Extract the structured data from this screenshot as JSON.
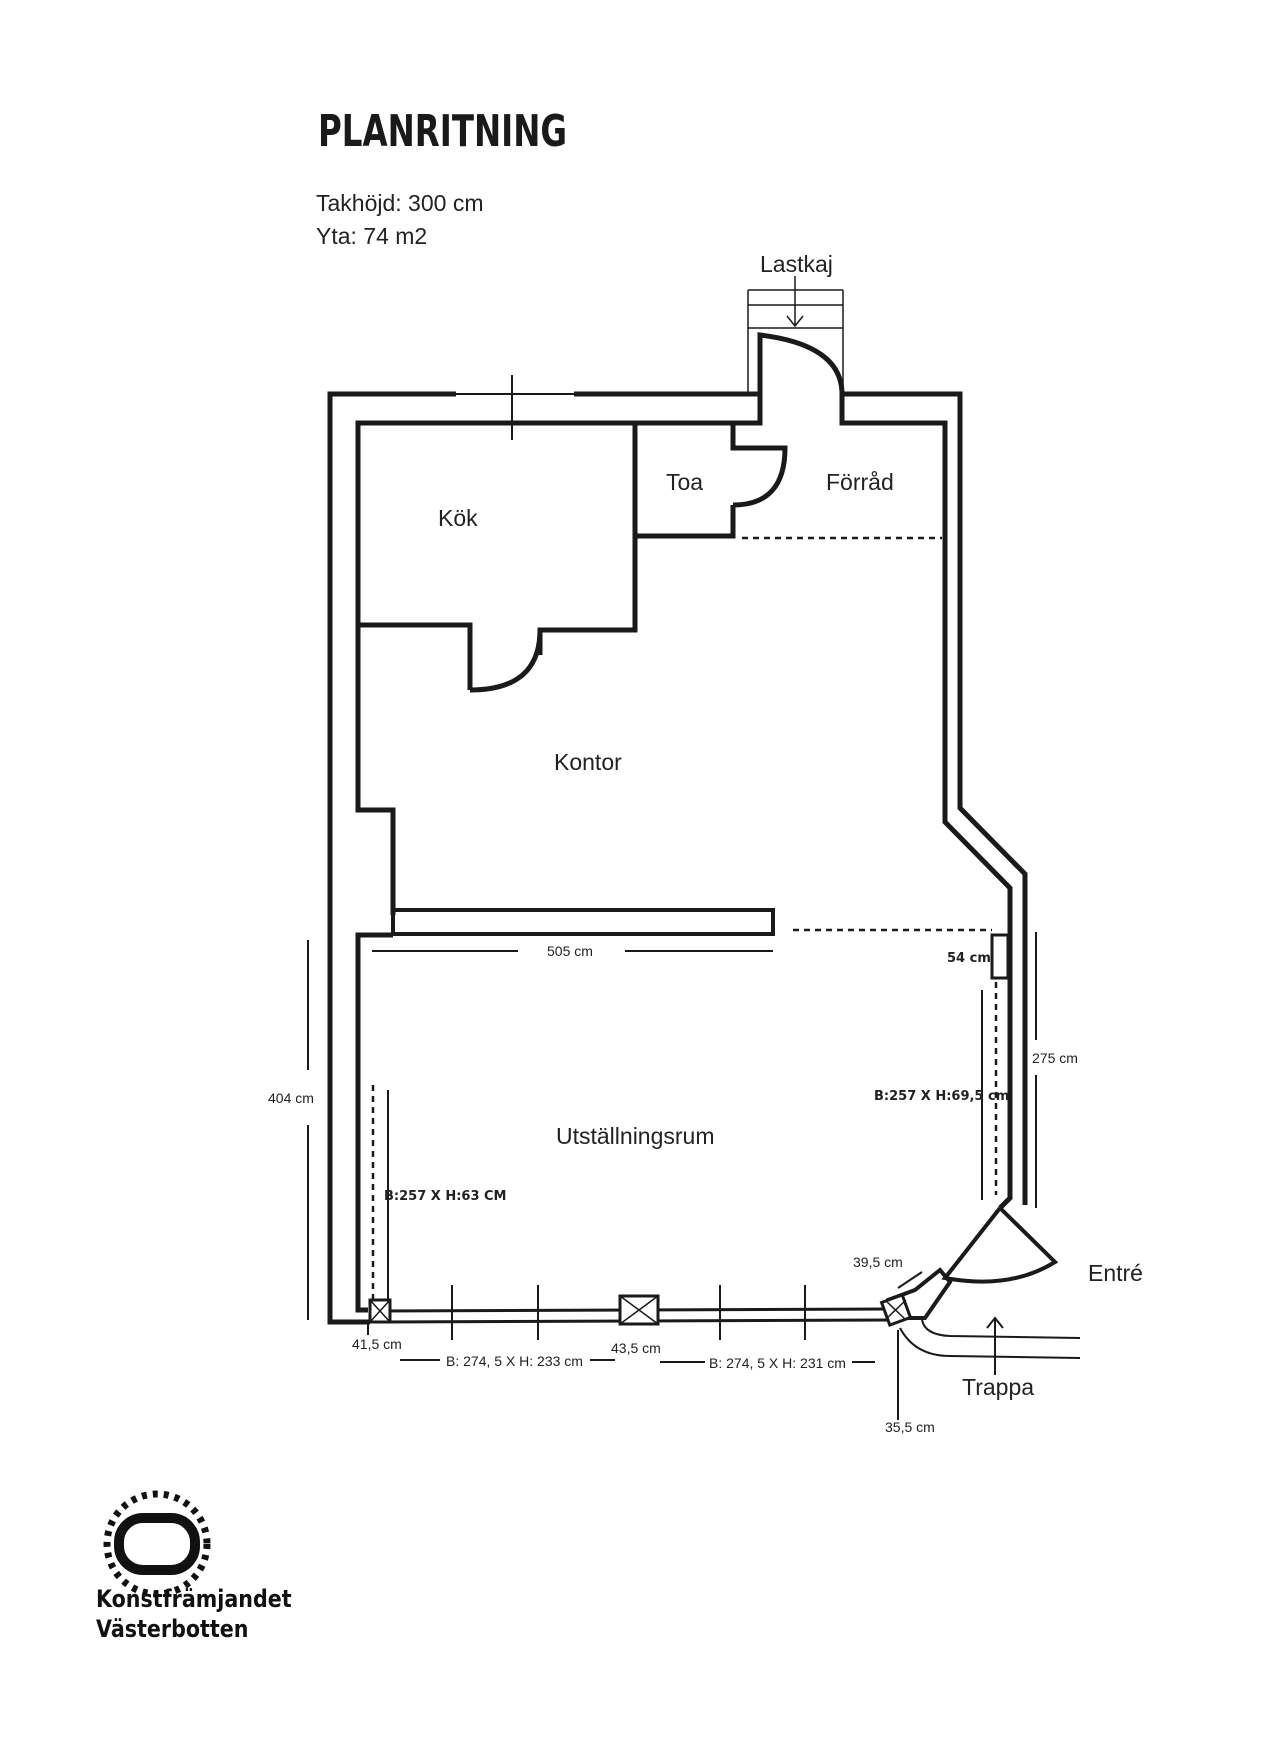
{
  "title": "PLANRITNING",
  "info": {
    "ceiling_height": "Takhöjd: 300 cm",
    "area": "Yta: 74 m2"
  },
  "rooms": {
    "kitchen": "Kök",
    "toilet": "Toa",
    "storage": "Förråd",
    "office": "Kontor",
    "exhibition": "Utställningsrum"
  },
  "labels": {
    "loading_dock": "Lastkaj",
    "entrance": "Entré",
    "stairs": "Trappa"
  },
  "dimensions": {
    "d505": "505 cm",
    "d54": "54 cm",
    "d275": "275 cm",
    "d404": "404 cm",
    "window_right": "B:257 X H:69,5 cm",
    "window_left": "B:257 X H:63 CM",
    "d39_5": "39,5 cm",
    "d41_5": "41,5 cm",
    "d43_5": "43,5 cm",
    "window_bottom_left": "B: 274, 5 X H: 233 cm",
    "window_bottom_right": "B: 274, 5 X H: 231 cm",
    "d35_5": "35,5 cm"
  },
  "logo": {
    "line1": "Konstfrämjandet",
    "line2": "Västerbotten",
    "icon": "konstframjandet-logo-icon"
  }
}
